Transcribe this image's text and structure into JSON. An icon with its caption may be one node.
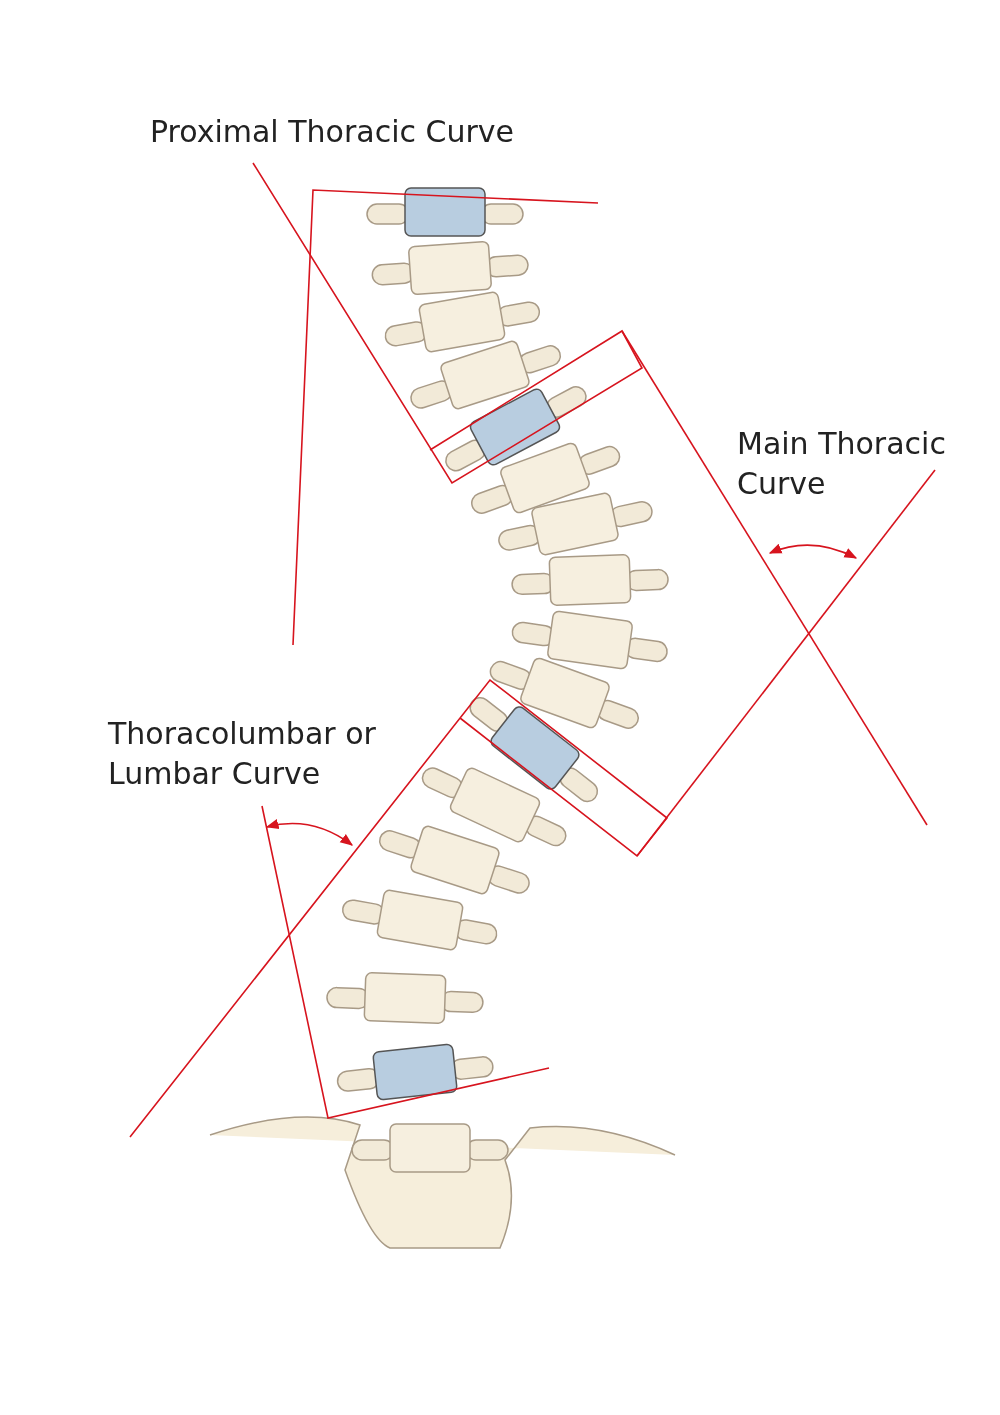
{
  "diagram": {
    "labels": [
      "Proximal Thoracic Curve",
      "Main Thoracic Curve",
      "Thoracolumbar or Lumbar Curve"
    ]
  }
}
